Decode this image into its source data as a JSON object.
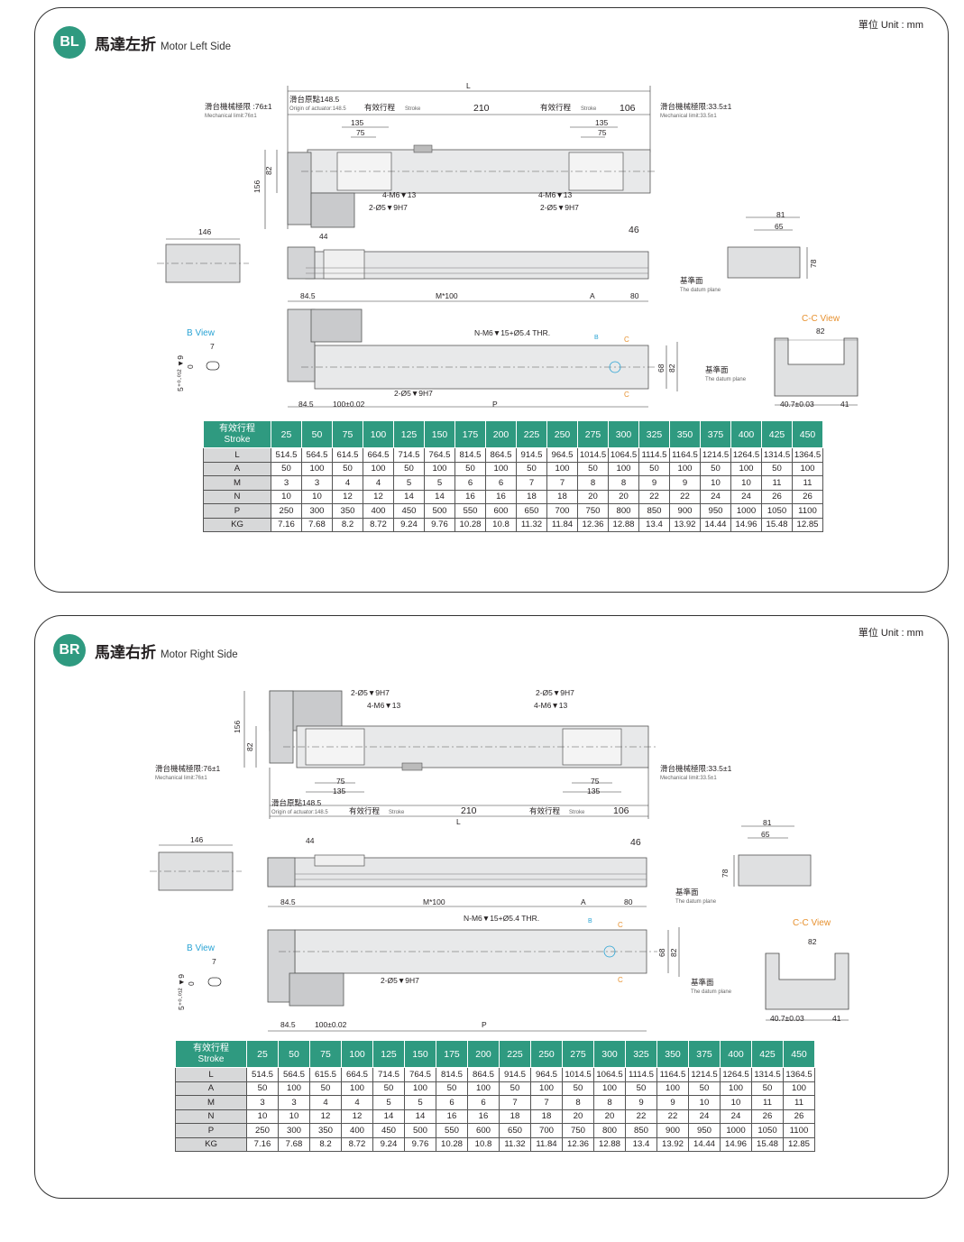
{
  "panels": [
    {
      "badge": "BL",
      "title_zh": "馬達左折",
      "title_en": "Motor Left Side",
      "unit": "單位 Unit : mm",
      "labels": {
        "L": "L",
        "limit_left": "滑台機械極限 :76±1",
        "limit_left_en": "Mechanical limit:76±1",
        "origin": "滑台原點148.5",
        "origin_en": "Origin of actuator:148.5",
        "stroke": "有效行程",
        "stroke_en": "Stroke",
        "d210": "210",
        "d106": "106",
        "limit_right": "滑台機械極限:33.5±1",
        "limit_right_en": "Mechanical limit:33.5±1",
        "d135": "135",
        "d75": "75",
        "d82": "82",
        "d156": "156",
        "m6": "4-M6▼13",
        "pin": "2-Ø5▼9H7",
        "d146": "146",
        "d44": "44",
        "d46": "46",
        "d81": "81",
        "d65": "65",
        "d78": "78",
        "datum": "基準面",
        "datum_en": "The datum plane",
        "d845": "84.5",
        "m100": "M*100",
        "a": "A",
        "d80": "80",
        "nm6": "N-M6▼15+Ø5.4 THR.",
        "bview": "B View",
        "b": "B",
        "c": "C",
        "ccview": "C-C View",
        "d7": "7",
        "tol": "5⁺⁰·⁰¹² ▼9",
        "tol0": "0",
        "d68": "68",
        "d100": "100±0.02",
        "p": "P",
        "d407": "40.7±0.03",
        "d41": "41"
      }
    },
    {
      "badge": "BR",
      "title_zh": "馬達右折",
      "title_en": "Motor Right Side",
      "unit": "單位 Unit : mm",
      "labels": {
        "L": "L",
        "limit_left": "滑台機械極限:76±1",
        "limit_left_en": "Mechanical limit:76±1",
        "origin": "滑台原點148.5",
        "origin_en": "Origin of actuator:148.5",
        "stroke": "有效行程",
        "stroke_en": "Stroke",
        "d210": "210",
        "d106": "106",
        "limit_right": "滑台機械極限:33.5±1",
        "limit_right_en": "Mechanical limit:33.5±1",
        "d135": "135",
        "d75": "75",
        "d82": "82",
        "d156": "156",
        "m6": "4-M6▼13",
        "pin": "2-Ø5▼9H7",
        "d146": "146",
        "d44": "44",
        "d46": "46",
        "d81": "81",
        "d65": "65",
        "d78": "78",
        "datum": "基準面",
        "datum_en": "The datum plane",
        "d845": "84.5",
        "m100": "M*100",
        "a": "A",
        "d80": "80",
        "nm6": "N-M6▼15+Ø5.4 THR.",
        "bview": "B View",
        "b": "B",
        "c": "C",
        "ccview": "C-C View",
        "d7": "7",
        "tol": "5⁺⁰·⁰¹² ▼9",
        "tol0": "0",
        "d68": "68",
        "d100": "100±0.02",
        "p": "P",
        "d407": "40.7±0.03",
        "d41": "41"
      }
    }
  ],
  "table": {
    "header_zh": "有效行程",
    "header_en": "Stroke",
    "strokes": [
      "25",
      "50",
      "75",
      "100",
      "125",
      "150",
      "175",
      "200",
      "225",
      "250",
      "275",
      "300",
      "325",
      "350",
      "375",
      "400",
      "425",
      "450"
    ],
    "rows": [
      {
        "label": "L",
        "values": [
          "514.5",
          "564.5",
          "614.5",
          "664.5",
          "714.5",
          "764.5",
          "814.5",
          "864.5",
          "914.5",
          "964.5",
          "1014.5",
          "1064.5",
          "1114.5",
          "1164.5",
          "1214.5",
          "1264.5",
          "1314.5",
          "1364.5"
        ]
      },
      {
        "label": "A",
        "values": [
          "50",
          "100",
          "50",
          "100",
          "50",
          "100",
          "50",
          "100",
          "50",
          "100",
          "50",
          "100",
          "50",
          "100",
          "50",
          "100",
          "50",
          "100"
        ]
      },
      {
        "label": "M",
        "values": [
          "3",
          "3",
          "4",
          "4",
          "5",
          "5",
          "6",
          "6",
          "7",
          "7",
          "8",
          "8",
          "9",
          "9",
          "10",
          "10",
          "11",
          "11"
        ]
      },
      {
        "label": "N",
        "values": [
          "10",
          "10",
          "12",
          "12",
          "14",
          "14",
          "16",
          "16",
          "18",
          "18",
          "20",
          "20",
          "22",
          "22",
          "24",
          "24",
          "26",
          "26"
        ]
      },
      {
        "label": "P",
        "values": [
          "250",
          "300",
          "350",
          "400",
          "450",
          "500",
          "550",
          "600",
          "650",
          "700",
          "750",
          "800",
          "850",
          "900",
          "950",
          "1000",
          "1050",
          "1100"
        ]
      },
      {
        "label": "KG",
        "values": [
          "7.16",
          "7.68",
          "8.2",
          "8.72",
          "9.24",
          "9.76",
          "10.28",
          "10.8",
          "11.32",
          "11.84",
          "12.36",
          "12.88",
          "13.4",
          "13.92",
          "14.44",
          "14.96",
          "15.48",
          "12.85"
        ]
      }
    ],
    "br_L_values": [
      "514.5",
      "564.5",
      "615.5",
      "664.5",
      "714.5",
      "764.5",
      "814.5",
      "864.5",
      "914.5",
      "964.5",
      "1014.5",
      "1064.5",
      "1114.5",
      "1164.5",
      "1214.5",
      "1264.5",
      "1314.5",
      "1364.5"
    ]
  }
}
